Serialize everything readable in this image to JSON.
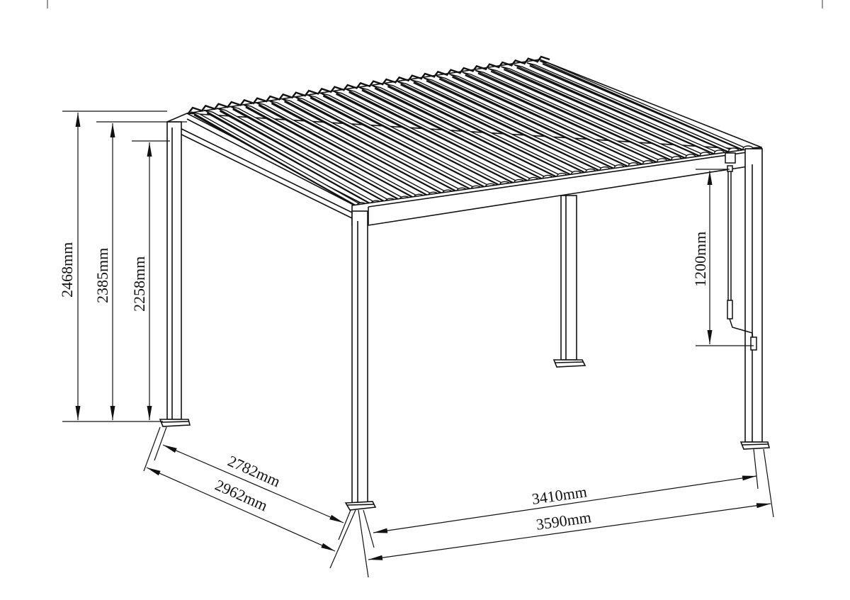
{
  "diagram": {
    "subject": "Louvered aluminium pergola",
    "view": "isometric",
    "line_color": "#111111",
    "background": "#ffffff",
    "louver_count": 28
  },
  "dimensions": {
    "height_total": {
      "value": "2468",
      "unit": "mm",
      "label": "2468mm"
    },
    "height_frame_top": {
      "value": "2385",
      "unit": "mm",
      "label": "2385mm"
    },
    "height_clearance": {
      "value": "2258",
      "unit": "mm",
      "label": "2258mm"
    },
    "crank_height": {
      "value": "1200",
      "unit": "mm",
      "label": "1200mm"
    },
    "depth_inner": {
      "value": "2782",
      "unit": "mm",
      "label": "2782mm"
    },
    "depth_outer": {
      "value": "2962",
      "unit": "mm",
      "label": "2962mm"
    },
    "width_inner": {
      "value": "3410",
      "unit": "mm",
      "label": "3410mm"
    },
    "width_outer": {
      "value": "3590",
      "unit": "mm",
      "label": "3590mm"
    }
  },
  "components": {
    "posts": [
      "front-left-post",
      "front-right-post",
      "back-left-post",
      "back-right-post"
    ],
    "crank": "manual-crank-handle",
    "gearbox": "louver-gearbox"
  }
}
